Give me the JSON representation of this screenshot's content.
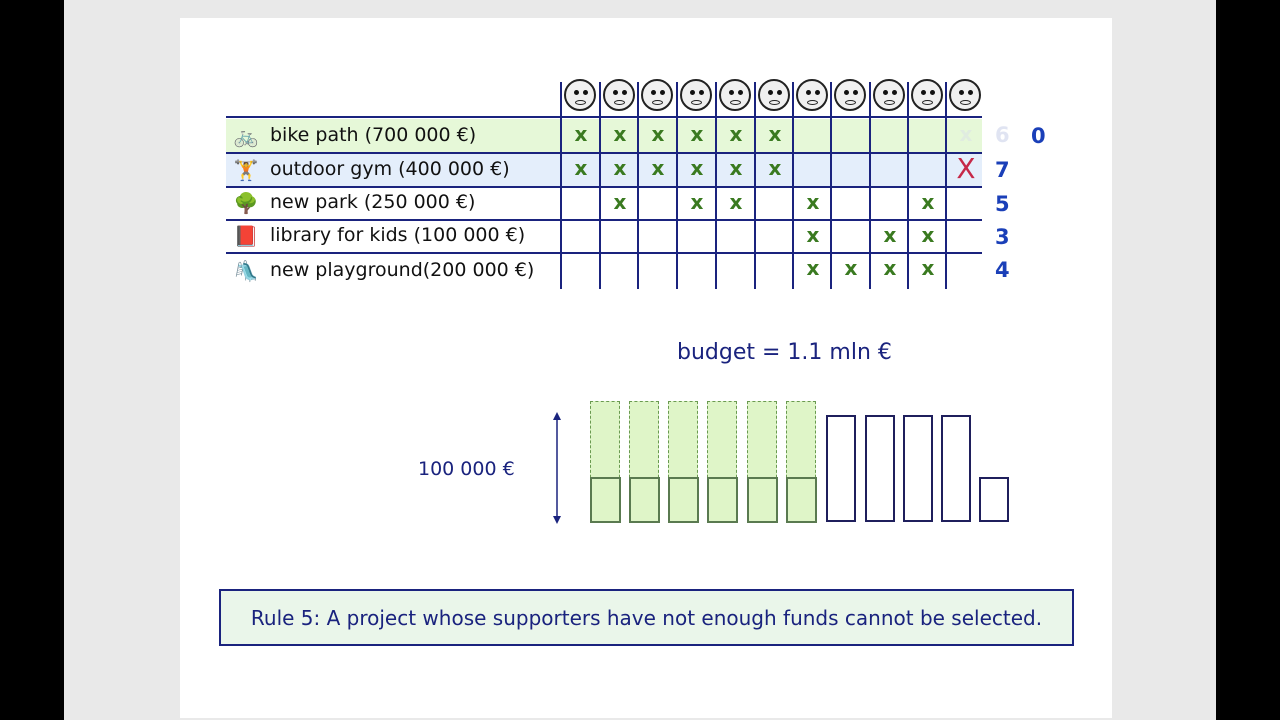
{
  "voters": 11,
  "mark_glyph": "x",
  "rejected_glyph": "X",
  "projects": [
    {
      "icon": "bicycle-icon",
      "glyph": "🚲",
      "label": "bike path (700 000 €)",
      "votes": [
        "x",
        "x",
        "x",
        "x",
        "x",
        "x",
        "",
        "",
        "",
        "",
        "faded"
      ],
      "count": "0",
      "faded_count": "6",
      "highlight": "#e6f8d8"
    },
    {
      "icon": "dumbbell-icon",
      "glyph": "🏋",
      "label": "outdoor gym (400 000 €)",
      "votes": [
        "x",
        "x",
        "x",
        "x",
        "x",
        "x",
        "",
        "",
        "",
        "",
        "rejected"
      ],
      "count": "7",
      "highlight": "#e4eefb"
    },
    {
      "icon": "tree-icon",
      "glyph": "🌳",
      "label": "new park (250 000 €)",
      "votes": [
        "",
        "x",
        "",
        "x",
        "x",
        "",
        "x",
        "",
        "",
        "x",
        ""
      ],
      "count": "5"
    },
    {
      "icon": "book-icon",
      "glyph": "📕",
      "label": "library for kids (100 000 €)",
      "votes": [
        "",
        "",
        "",
        "",
        "",
        "",
        "x",
        "",
        "x",
        "x",
        ""
      ],
      "count": "3"
    },
    {
      "icon": "slide-icon",
      "glyph": "🛝",
      "label": "new playground(200 000 €)",
      "votes": [
        "",
        "",
        "",
        "",
        "",
        "",
        "x",
        "x",
        "x",
        "x",
        ""
      ],
      "count": "4"
    }
  ],
  "budget_label": "budget = 1.1 mln €",
  "unit_label": "100 000 €",
  "funds": {
    "spent_bars": 6,
    "remaining_full_bars": 4,
    "remaining_partial_bars": 1
  },
  "colors": {
    "accent": "#1a237e",
    "count": "#1a3fb8",
    "mark": "#3a7a20",
    "rejected": "#c62848",
    "spent": "#dff5c8"
  },
  "rule_text": "Rule 5: A project whose supporters have not enough funds cannot be selected."
}
